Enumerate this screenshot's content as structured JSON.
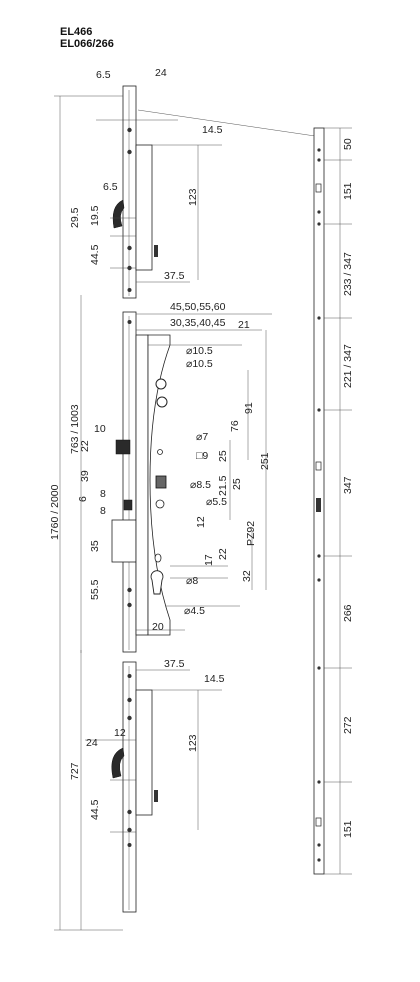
{
  "titles": [
    "EL466",
    "EL066/266"
  ],
  "dims": {
    "d6_5_top": "6.5",
    "d24_top": "24",
    "d14_5_top": "14.5",
    "d6_5_hook": "6.5",
    "d29_5": "29.5",
    "d19_5": "19.5",
    "d123_top": "123",
    "d44_5_top": "44.5",
    "d37_5_top": "37.5",
    "d_backsets_a": "45,50,55,60",
    "d_backsets_b": "30,35,40,45",
    "d21": "21",
    "d_phi10_5_a": "⌀10.5",
    "d_phi10_5_b": "⌀10.5",
    "d_phi7": "⌀7",
    "d_sq9": "□9",
    "d_phi8_5": "⌀8.5",
    "d_phi5_5": "⌀5.5",
    "d76": "76",
    "d91": "91",
    "d25_a": "25",
    "d21_5": "21.5",
    "d25_b": "25",
    "d251": "251",
    "d_pz92": "PZ92",
    "d17": "17",
    "d22": "22",
    "d32": "32",
    "d_phi8": "⌀8",
    "d_phi4_5": "⌀4.5",
    "d20": "20",
    "d10": "10",
    "d22_left": "22",
    "d39": "39",
    "d8_a": "8",
    "d8_b": "8",
    "d6": "6",
    "d12_mid": "12",
    "d35": "35",
    "d55_5": "55.5",
    "d763": "763 / 1003",
    "d1760": "1760 / 2000",
    "d727": "727",
    "d37_5_bot": "37.5",
    "d14_5_bot": "14.5",
    "d12_bot": "12",
    "d24_bot": "24",
    "d123_bot": "123",
    "d44_5_bot": "44.5",
    "r50": "50",
    "r151_top": "151",
    "r233": "233 / 347",
    "r221": "221 / 347",
    "r347": "347",
    "r266": "266",
    "r272": "272",
    "r151_bot": "151"
  }
}
